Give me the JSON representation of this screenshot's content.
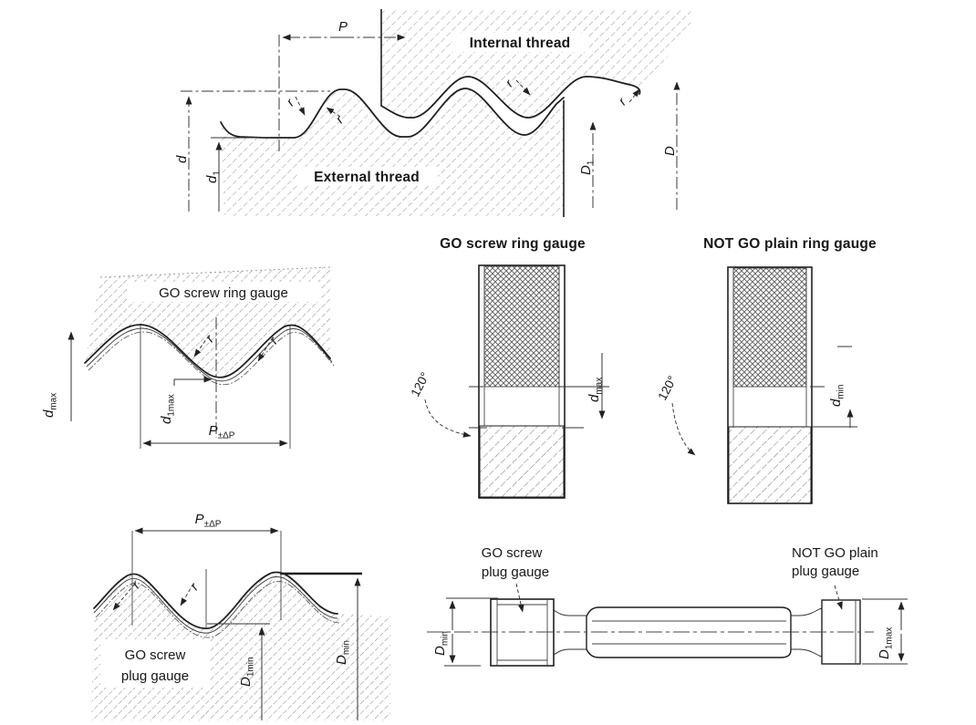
{
  "colors": {
    "ink": "#1f1f1f",
    "paper": "#ffffff"
  },
  "top": {
    "internal": "Internal thread",
    "external": "External thread",
    "P": "P",
    "r": "r",
    "d": "d",
    "d1b": "d",
    "d1s": "1",
    "D1b": "D",
    "D1s": "1",
    "D": "D"
  },
  "ringProfile": {
    "title": "GO screw ring gauge",
    "dmaxB": "d",
    "dmaxS": "max",
    "d1maxB": "d",
    "d1maxS": "1max",
    "pitchB": "P",
    "pitchS": "±ΔP",
    "r": "r"
  },
  "goRing": {
    "title": "GO screw ring gauge",
    "angle": "120°",
    "dB": "d",
    "dS": "max"
  },
  "notgoRing": {
    "title": "NOT GO plain ring gauge",
    "angle": "120°",
    "dB": "d",
    "dS": "min"
  },
  "plugProfile": {
    "title1": "GO screw",
    "title2": "plug gauge",
    "pitchB": "P",
    "pitchS": "±ΔP",
    "D1minB": "D",
    "D1minS": "1min",
    "DminB": "D",
    "DminS": "min",
    "r": "r"
  },
  "assembly": {
    "go1": "GO screw",
    "go2": "plug gauge",
    "notgo1": "NOT GO plain",
    "notgo2": "plug gauge",
    "DminB": "D",
    "DminS": "min",
    "D1maxB": "D",
    "D1maxS": "1max"
  }
}
